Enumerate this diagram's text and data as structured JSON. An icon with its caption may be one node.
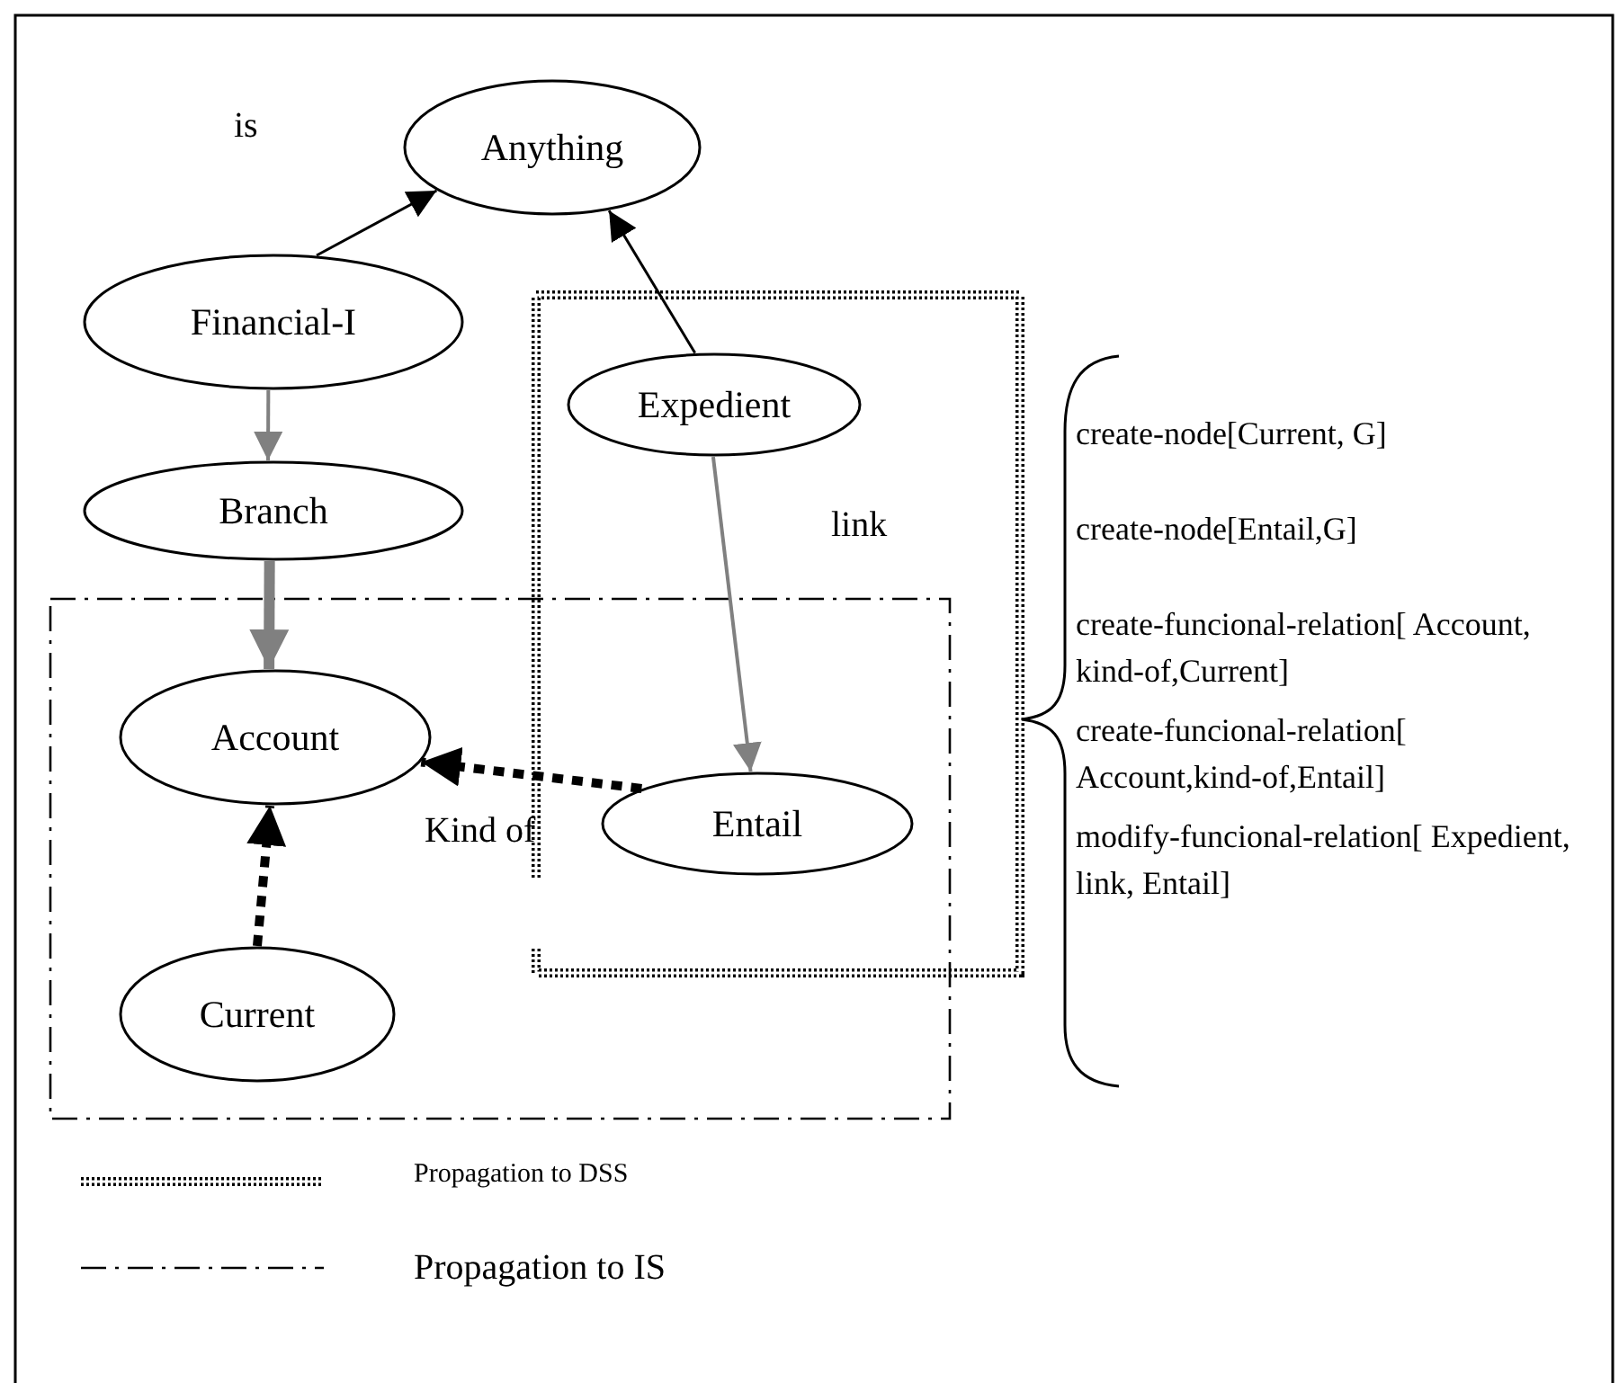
{
  "diagram": {
    "nodes": [
      {
        "text": [
          "Anything"
        ]
      },
      {
        "text": [
          "Financial-I"
        ]
      },
      {
        "text": [
          "Branch"
        ]
      },
      {
        "text": [
          "Expedient"
        ]
      },
      {
        "text": [
          "Account"
        ]
      },
      {
        "text": [
          "Entail"
        ]
      },
      {
        "text": [
          "Current"
        ]
      }
    ],
    "edges": [
      {
        "from": 1,
        "to": 0,
        "arrow": "to",
        "label": "is"
      },
      {
        "from": 3,
        "to": 0,
        "arrow": "to"
      },
      {
        "from": 1,
        "to": 2,
        "arrow": "to",
        "color": "#808080"
      },
      {
        "from": 2,
        "to": 4,
        "arrow": "to",
        "color": "#808080",
        "style": "thick"
      },
      {
        "from": 3,
        "to": 5,
        "arrow": "to",
        "color": "#808080",
        "label": "link"
      },
      {
        "from": 5,
        "to": 4,
        "arrow": "to",
        "style": "dashed"
      },
      {
        "from": 6,
        "to": 4,
        "arrow": "to",
        "style": "dashed"
      }
    ],
    "labels": [
      "Kind of",
      "create-node[Current, G]",
      "create-node[Entail,G]",
      "create-funcional-relation[ Account, kind-of,Current]",
      "create-funcional-relation[ Account,kind-of,Entail]",
      "modify-funcional-relation[ Expedient, link, Entail]"
    ],
    "legend": [
      {
        "text": "Propagation to DSS"
      },
      {
        "text": "Propagation to IS"
      }
    ]
  }
}
